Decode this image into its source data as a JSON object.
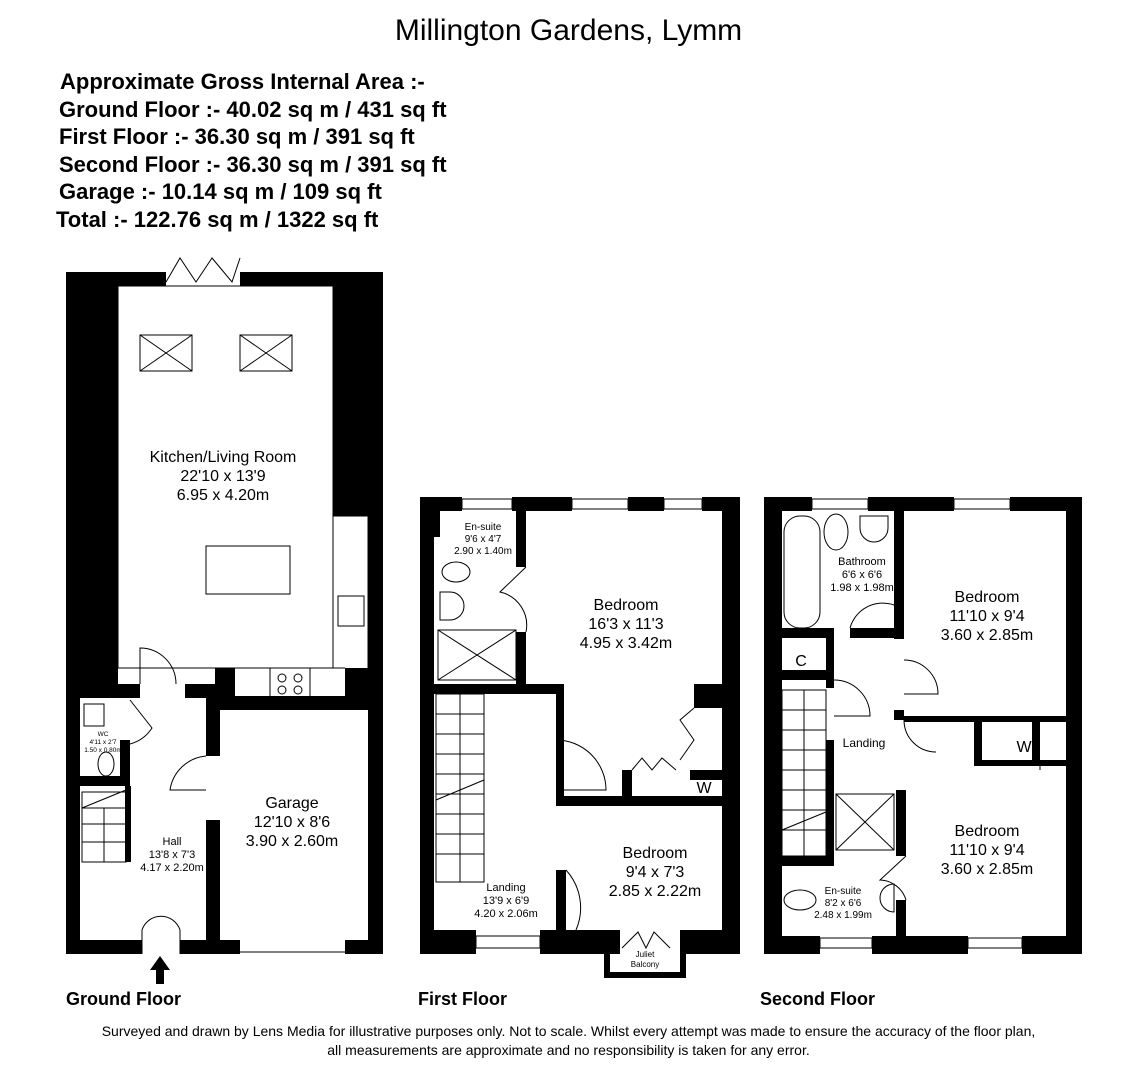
{
  "title": "Millington Gardens, Lymm",
  "area_summary": {
    "heading": "Approximate Gross Internal Area :-",
    "lines": [
      "Ground Floor :- 40.02 sq m / 431 sq ft",
      "First Floor :- 36.30 sq m / 391 sq ft",
      "Second Floor :- 36.30 sq m / 391 sq ft",
      "Garage :- 10.14 sq m / 109 sq ft",
      "Total :- 122.76 sq m / 1322 sq ft"
    ]
  },
  "floors": {
    "ground": {
      "label": "Ground Floor",
      "rooms": {
        "kitchen": {
          "name": "Kitchen/Living Room",
          "imperial": "22'10 x 13'9",
          "metric": "6.95 x 4.20m"
        },
        "wc": {
          "name": "WC",
          "imperial": "4'11 x 2'7",
          "metric": "1.50 x 0.80m"
        },
        "hall": {
          "name": "Hall",
          "imperial": "13'8 x 7'3",
          "metric": "4.17 x 2.20m"
        },
        "garage": {
          "name": "Garage",
          "imperial": "12'10 x 8'6",
          "metric": "3.90 x 2.60m"
        }
      }
    },
    "first": {
      "label": "First Floor",
      "rooms": {
        "ensuite": {
          "name": "En-suite",
          "imperial": "9'6 x 4'7",
          "metric": "2.90 x 1.40m"
        },
        "bedroom1": {
          "name": "Bedroom",
          "imperial": "16'3 x 11'3",
          "metric": "4.95 x 3.42m"
        },
        "bedroom2": {
          "name": "Bedroom",
          "imperial": "9'4 x 7'3",
          "metric": "2.85 x 2.22m"
        },
        "landing": {
          "name": "Landing",
          "imperial": "13'9 x 6'9",
          "metric": "4.20 x 2.06m"
        },
        "wardrobe": "W",
        "balcony_line1": "Juliet",
        "balcony_line2": "Balcony"
      }
    },
    "second": {
      "label": "Second Floor",
      "rooms": {
        "bathroom": {
          "name": "Bathroom",
          "imperial": "6'6 x 6'6",
          "metric": "1.98 x 1.98m"
        },
        "bedroom1": {
          "name": "Bedroom",
          "imperial": "11'10 x 9'4",
          "metric": "3.60 x 2.85m"
        },
        "bedroom2": {
          "name": "Bedroom",
          "imperial": "11'10 x 9'4",
          "metric": "3.60 x 2.85m"
        },
        "ensuite": {
          "name": "En-suite",
          "imperial": "8'2 x 6'6",
          "metric": "2.48 x 1.99m"
        },
        "landing": {
          "name": "Landing"
        },
        "cupboard": "C",
        "wardrobe": "W"
      }
    }
  },
  "disclaimer": {
    "line1": "Surveyed and drawn by Lens Media for illustrative purposes only. Not to scale. Whilst every attempt was made to ensure the accuracy of the floor plan,",
    "line2": "all measurements are approximate and no responsibility is taken for any error."
  }
}
